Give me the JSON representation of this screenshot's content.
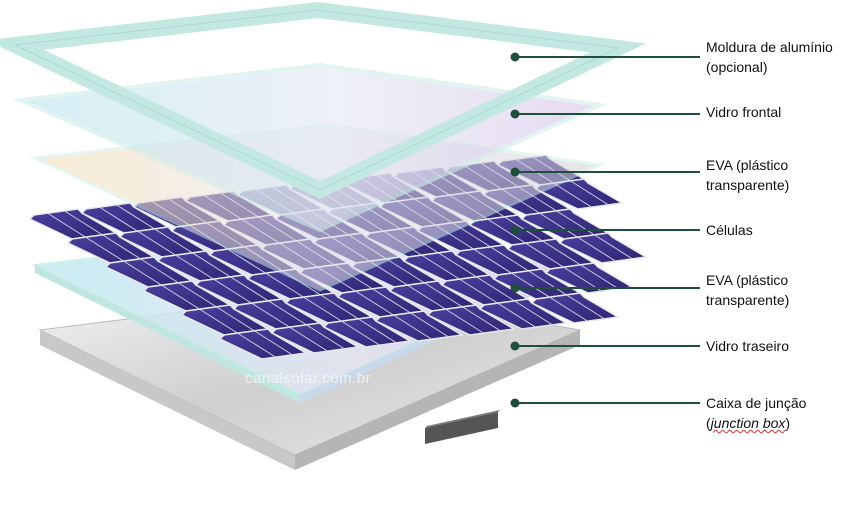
{
  "watermark": "canalsolar.com.br",
  "colors": {
    "leader_line": "#1f4e3d",
    "glass_edge": "#bfe6df",
    "cell_blue": "#3b2f86",
    "back_glass": "#d6d6d6",
    "junction_box": "#555555"
  },
  "labels": [
    {
      "name": "label-moldura",
      "lines": [
        "Moldura de alumínio",
        "(opcional)"
      ]
    },
    {
      "name": "label-vidro-frontal",
      "lines": [
        "Vidro frontal"
      ]
    },
    {
      "name": "label-eva-top",
      "lines": [
        "EVA (plástico",
        "transparente)"
      ]
    },
    {
      "name": "label-celulas",
      "lines": [
        "Células"
      ]
    },
    {
      "name": "label-eva-bottom",
      "lines": [
        "EVA (plástico",
        "transparente)"
      ]
    },
    {
      "name": "label-vidro-traseiro",
      "lines": [
        "Vidro traseiro"
      ]
    },
    {
      "name": "label-caixa-juncao",
      "lines": [
        "Caixa de junção",
        "("
      ],
      "italic": "junction box",
      "suffix": ")"
    }
  ]
}
